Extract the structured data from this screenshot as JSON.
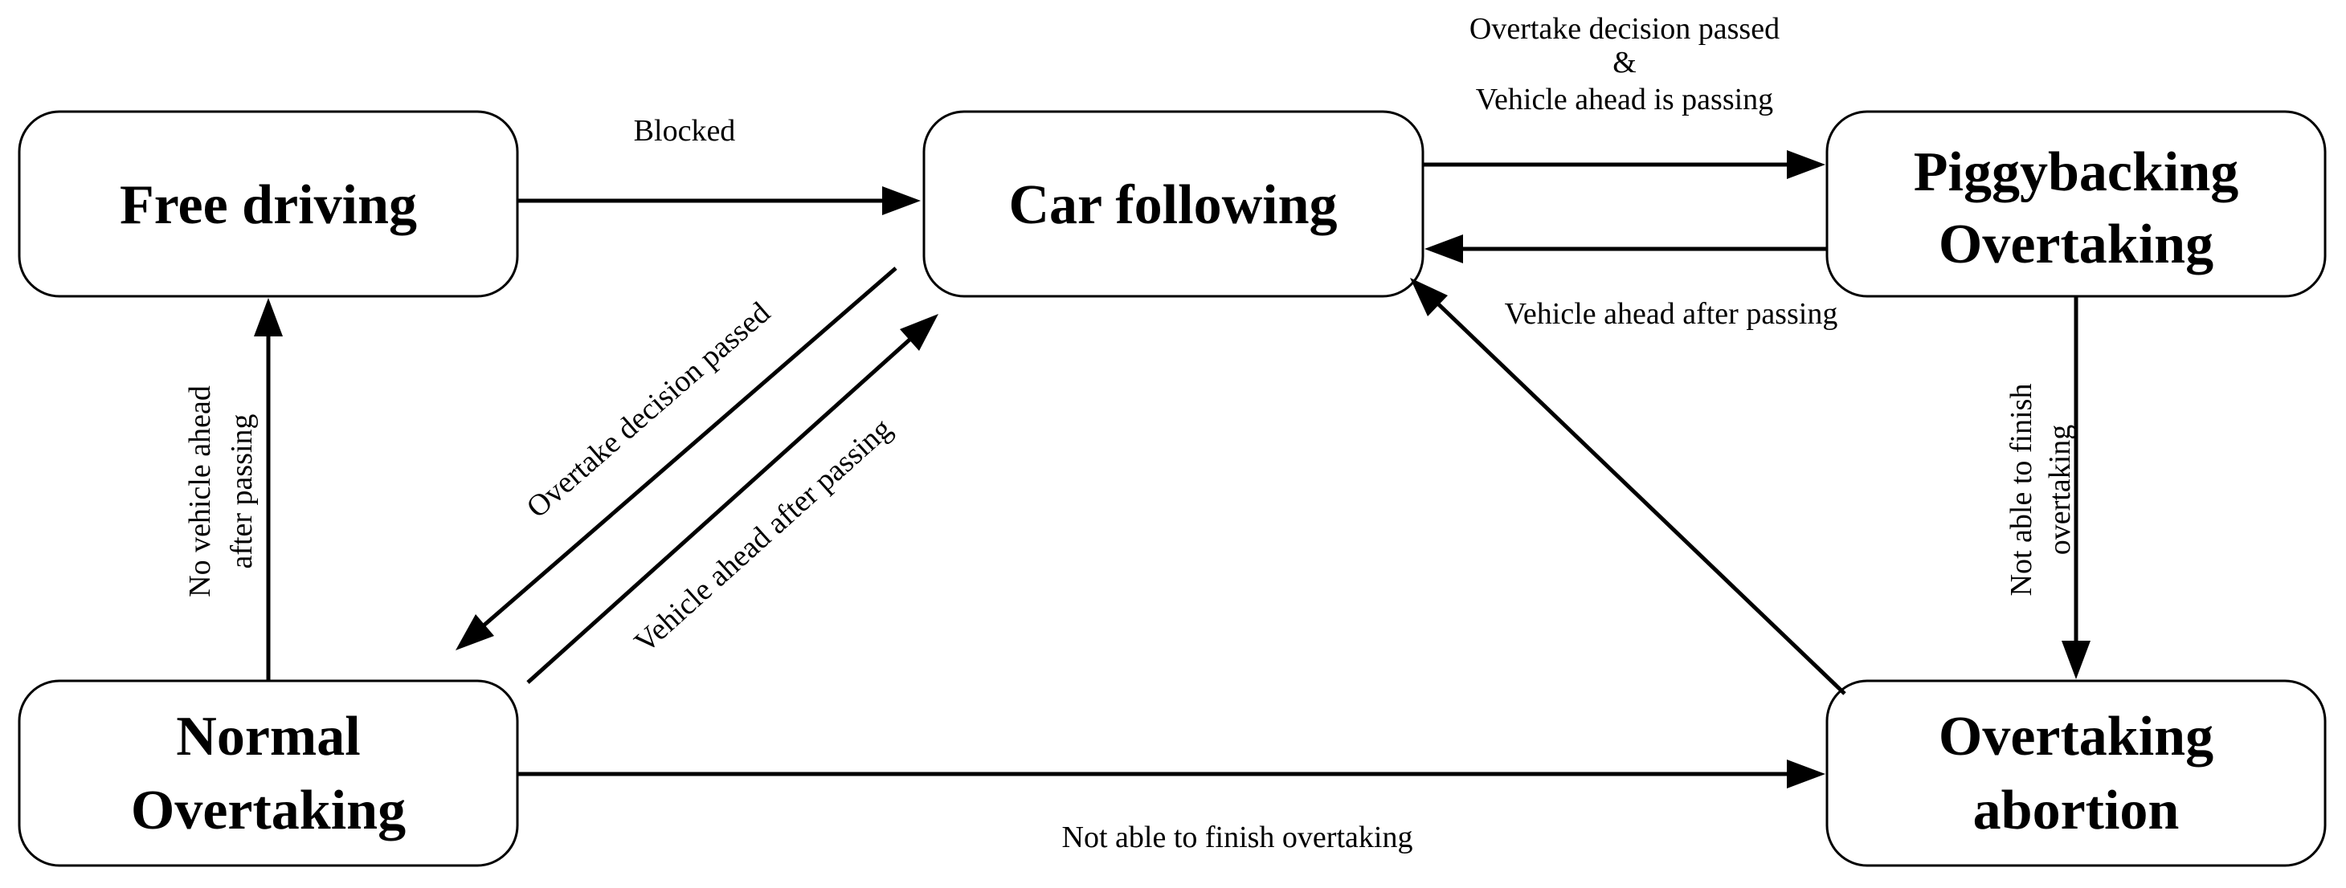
{
  "states": {
    "free_driving": {
      "lines": [
        "Free driving"
      ]
    },
    "car_following": {
      "lines": [
        "Car following"
      ]
    },
    "piggybacking": {
      "lines": [
        "Piggybacking",
        "Overtaking"
      ]
    },
    "normal_overtaking": {
      "lines": [
        "Normal",
        "Overtaking"
      ]
    },
    "overtaking_abortion": {
      "lines": [
        "Overtaking",
        "abortion"
      ]
    }
  },
  "transitions": {
    "blocked": {
      "lines": [
        "Blocked"
      ]
    },
    "to_piggyback": {
      "lines": [
        "Overtake decision passed",
        "&",
        "Vehicle ahead is passing"
      ]
    },
    "piggyback_back": {
      "lines": [
        "Vehicle ahead after passing"
      ]
    },
    "piggyback_abort": {
      "lines": [
        "Not able to finish",
        "overtaking"
      ]
    },
    "abort_back": {
      "lines": []
    },
    "normal_abort": {
      "lines": [
        "Not able to finish overtaking"
      ]
    },
    "follow_to_normal": {
      "lines": [
        "Overtake decision passed"
      ]
    },
    "normal_to_follow": {
      "lines": [
        "Vehicle ahead after passing"
      ]
    },
    "normal_to_free": {
      "lines": [
        "No vehicle ahead",
        "after passing"
      ]
    }
  }
}
